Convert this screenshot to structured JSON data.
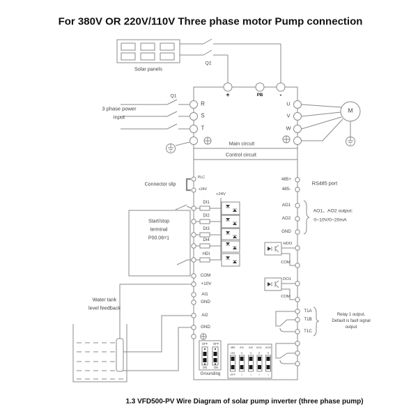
{
  "title": "For 380V OR 220V/110V Three phase motor Pump connection",
  "caption": "1.3 VFD500-PV Wire Diagram of solar pump inverter (three phase pump)",
  "solar": {
    "label": "Solar panels",
    "breaker": "Q2"
  },
  "power_input": {
    "line1": "3 phase power",
    "line2": "input",
    "breaker": "Q1"
  },
  "dc_terminals": [
    "+",
    "PB",
    "-"
  ],
  "input_terminals": [
    "R",
    "S",
    "T"
  ],
  "output_terminals": [
    "U",
    "V",
    "W"
  ],
  "motor_label": "M",
  "sections": {
    "main": "Main circuit",
    "control": "Control circuit"
  },
  "left": {
    "connector_slip": "Connector slip",
    "plc": "PLC",
    "p24v_pin": "+24V",
    "p24v_rail": "+24V",
    "di": [
      "DI1",
      "DI2",
      "DI3",
      "DI4",
      "HDI"
    ],
    "start_stop": [
      "Start/stop",
      "terminal",
      "P00.06=1"
    ],
    "pins": [
      "COM",
      "+10V",
      "AI1",
      "GND",
      "AI2",
      "GND"
    ],
    "water_tank": [
      "Water tank",
      "level feedback"
    ]
  },
  "right": {
    "rs485_pins": [
      "485+",
      "485-"
    ],
    "rs485_note": "RS485 port",
    "ao_pins": [
      "AO1",
      "AO2",
      "GND"
    ],
    "ao_note1": "AO1、AO2 output:",
    "ao_note2": "0~10V/0~20mA",
    "hdo": "HDO",
    "com1": "COM",
    "do1": "DO1",
    "com2": "COM",
    "relay_pins": [
      "T1A",
      "T1B",
      "T1C"
    ],
    "relay_note": [
      "Relay 1 output,",
      "Default is fault signal",
      "output"
    ]
  },
  "dip_left": {
    "top": [
      "OFF",
      "OFF"
    ],
    "bottom": [
      "ON",
      "ON"
    ],
    "label": "Grounding"
  },
  "dip_right": {
    "headers": [
      "485",
      "AI1",
      "AI2",
      "AO1",
      "AO2"
    ],
    "row_on": [
      "ON",
      "V",
      "V",
      "V",
      "V"
    ],
    "row_off": [
      "OFF",
      "I",
      "I",
      "I",
      "I"
    ]
  }
}
